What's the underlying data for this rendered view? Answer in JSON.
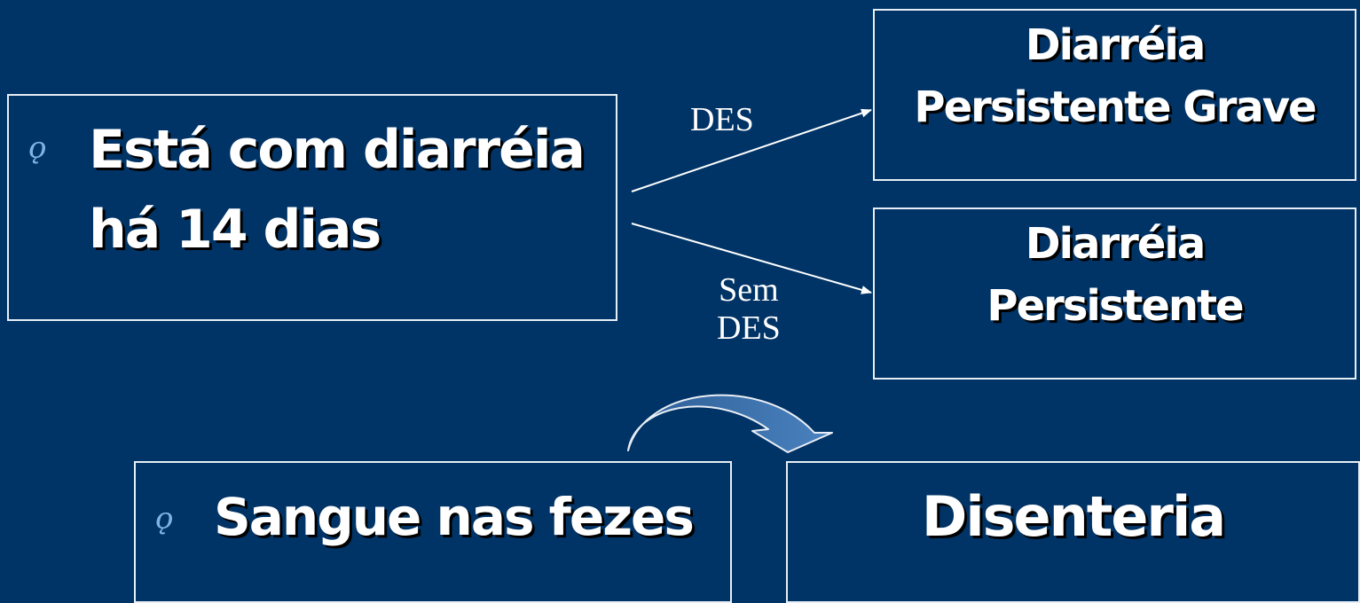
{
  "question_box": {
    "bullet": "ǫ",
    "line1": "Está com diarréia",
    "line2": "há 14 dias"
  },
  "result_severe": {
    "line1": "Diarréia",
    "line2": "Persistente Grave"
  },
  "result_persistent": {
    "line1": "Diarréia",
    "line2": "Persistente"
  },
  "edge_labels": {
    "with_des": "DES",
    "without_des_line1": "Sem",
    "without_des_line2": "DES"
  },
  "symptom_box": {
    "bullet": "ǫ",
    "text": "Sangue nas fezes"
  },
  "result_dysentery": {
    "text": "Disenteria"
  },
  "colors": {
    "background": "#003366",
    "text": "#ffffff",
    "border": "#e8eef5",
    "curved_arrow": "#3a6fa8"
  }
}
